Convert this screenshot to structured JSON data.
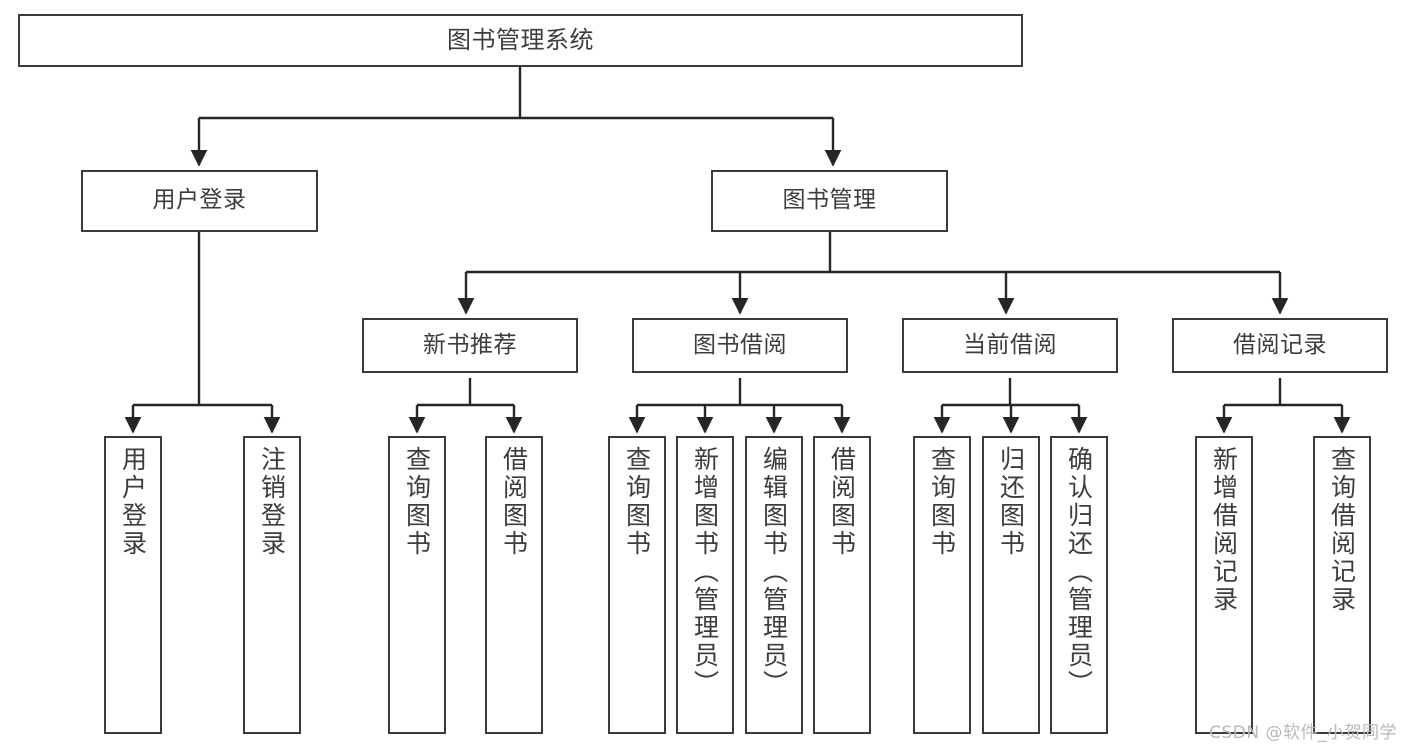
{
  "diagram": {
    "title": "图书管理系统",
    "type": "tree",
    "watermark": "CSDN @软件_小贺同学",
    "colors": {
      "box_border": "#3b3b3b",
      "box_fill": "#ffffff",
      "edge": "#262626",
      "text": "#3d3d3d",
      "watermark": "#b9b9b9",
      "background": "#ffffff"
    },
    "nodes": {
      "root": {
        "label": "图书管理系统",
        "level": 1
      },
      "user_login": {
        "label": "用户登录",
        "level": 2
      },
      "book_manage": {
        "label": "图书管理",
        "level": 2
      },
      "new_book_rec": {
        "label": "新书推荐",
        "level": 3
      },
      "book_borrow": {
        "label": "图书借阅",
        "level": 3
      },
      "current_borrow": {
        "label": "当前借阅",
        "level": 3
      },
      "borrow_record": {
        "label": "借阅记录",
        "level": 3
      },
      "leaf_user_login": {
        "label": "用户登录",
        "level": 4
      },
      "leaf_logout": {
        "label": "注销登录",
        "level": 4
      },
      "leaf_query_book_1": {
        "label": "查询图书",
        "level": 4
      },
      "leaf_borrow_book_1": {
        "label": "借阅图书",
        "level": 4
      },
      "leaf_query_book_2": {
        "label": "查询图书",
        "level": 4
      },
      "leaf_add_book": {
        "label": "新增图书（管理员）",
        "level": 4
      },
      "leaf_edit_book": {
        "label": "编辑图书（管理员）",
        "level": 4
      },
      "leaf_borrow_book_2": {
        "label": "借阅图书",
        "level": 4
      },
      "leaf_query_book_3": {
        "label": "查询图书",
        "level": 4
      },
      "leaf_return_book": {
        "label": "归还图书",
        "level": 4
      },
      "leaf_confirm_return": {
        "label": "确认归还（管理员）",
        "level": 4
      },
      "leaf_add_record": {
        "label": "新增借阅记录",
        "level": 4
      },
      "leaf_query_record": {
        "label": "查询借阅记录",
        "level": 4
      }
    },
    "edges": [
      {
        "from": "root",
        "to": "user_login"
      },
      {
        "from": "root",
        "to": "book_manage"
      },
      {
        "from": "book_manage",
        "to": "new_book_rec"
      },
      {
        "from": "book_manage",
        "to": "book_borrow"
      },
      {
        "from": "book_manage",
        "to": "current_borrow"
      },
      {
        "from": "book_manage",
        "to": "borrow_record"
      },
      {
        "from": "user_login",
        "to": "leaf_user_login"
      },
      {
        "from": "user_login",
        "to": "leaf_logout"
      },
      {
        "from": "new_book_rec",
        "to": "leaf_query_book_1"
      },
      {
        "from": "new_book_rec",
        "to": "leaf_borrow_book_1"
      },
      {
        "from": "book_borrow",
        "to": "leaf_query_book_2"
      },
      {
        "from": "book_borrow",
        "to": "leaf_add_book"
      },
      {
        "from": "book_borrow",
        "to": "leaf_edit_book"
      },
      {
        "from": "book_borrow",
        "to": "leaf_borrow_book_2"
      },
      {
        "from": "current_borrow",
        "to": "leaf_query_book_3"
      },
      {
        "from": "current_borrow",
        "to": "leaf_return_book"
      },
      {
        "from": "current_borrow",
        "to": "leaf_confirm_return"
      },
      {
        "from": "borrow_record",
        "to": "leaf_add_record"
      },
      {
        "from": "borrow_record",
        "to": "leaf_query_record"
      }
    ]
  }
}
